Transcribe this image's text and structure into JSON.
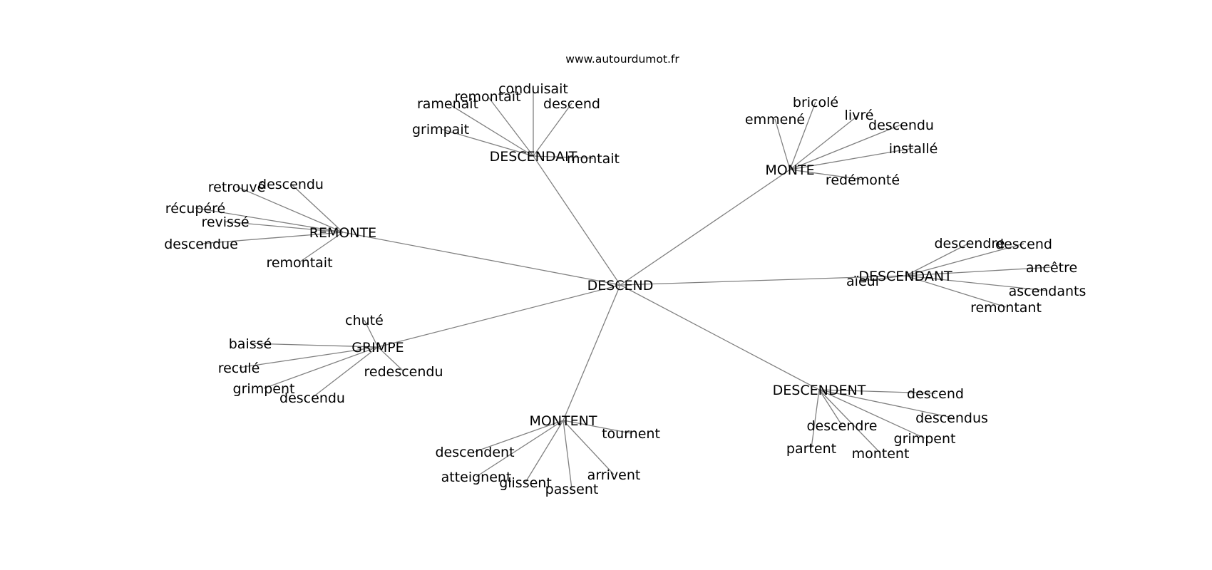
{
  "source": "www.autourdumot.fr",
  "graph": {
    "center": "DESCEND",
    "hubs": [
      {
        "label": "DESCENDAIT",
        "leaves": [
          "conduisait",
          "remontait",
          "ramenait",
          "descend",
          "grimpait",
          "montait"
        ]
      },
      {
        "label": "MONTE",
        "leaves": [
          "bricolé",
          "emmené",
          "livré",
          "descendu",
          "installé",
          "redémonté"
        ]
      },
      {
        "label": "REMONTE",
        "leaves": [
          "retrouvé",
          "descendu",
          "récupéré",
          "revissé",
          "descendue",
          "remontait"
        ]
      },
      {
        "label": "DESCENDANT",
        "leaves": [
          "descendre",
          "descend",
          "ancêtre",
          "aïeul",
          "ascendants",
          "remontant"
        ]
      },
      {
        "label": "GRIMPE",
        "leaves": [
          "chuté",
          "baissé",
          "reculé",
          "grimpent",
          "descendu",
          "redescendu"
        ]
      },
      {
        "label": "DESCENDENT",
        "leaves": [
          "descend",
          "descendus",
          "descendre",
          "grimpent",
          "partent",
          "montent"
        ]
      },
      {
        "label": "MONTENT",
        "leaves": [
          "tournent",
          "descendent",
          "atteignent",
          "glissent",
          "passent",
          "arrivent"
        ]
      }
    ]
  }
}
